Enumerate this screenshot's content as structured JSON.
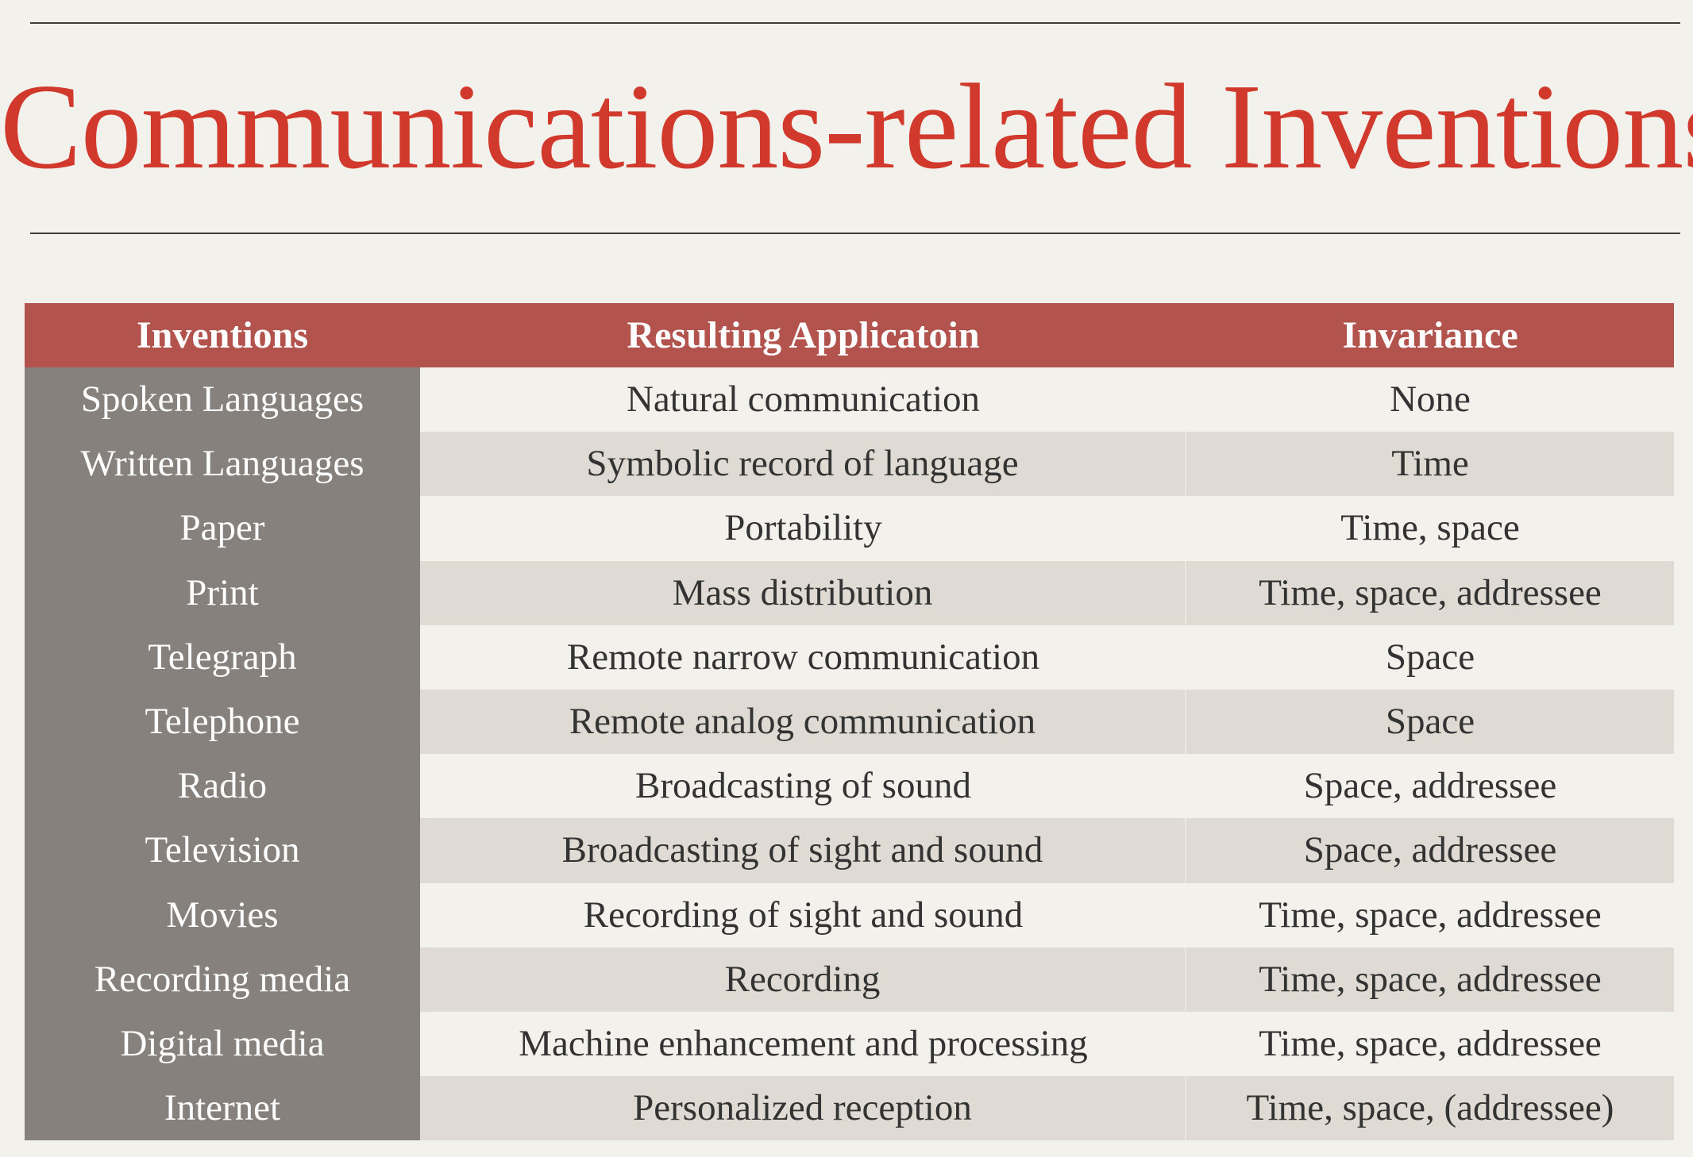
{
  "title": "Communications-related Inventions",
  "colors": {
    "title": "#d0392b",
    "header_bg": "#b3534d",
    "first_col_bg": "#86817c",
    "row_alt_bg": "#dfdbd4",
    "background": "#f3f1ec"
  },
  "table": {
    "headers": [
      "Inventions",
      "Resulting Applicatoin",
      "Invariance"
    ],
    "rows": [
      [
        "Spoken Languages",
        "Natural communication",
        "None"
      ],
      [
        "Written Languages",
        "Symbolic record of language",
        "Time"
      ],
      [
        "Paper",
        "Portability",
        "Time, space"
      ],
      [
        "Print",
        "Mass distribution",
        "Time, space, addressee"
      ],
      [
        "Telegraph",
        "Remote narrow communication",
        "Space"
      ],
      [
        "Telephone",
        "Remote analog communication",
        "Space"
      ],
      [
        "Radio",
        "Broadcasting of sound",
        "Space, addressee"
      ],
      [
        "Television",
        "Broadcasting of sight and sound",
        "Space, addressee"
      ],
      [
        "Movies",
        "Recording of sight and sound",
        "Time, space, addressee"
      ],
      [
        "Recording media",
        "Recording",
        "Time, space, addressee"
      ],
      [
        "Digital media",
        "Machine enhancement and processing",
        "Time, space, addressee"
      ],
      [
        "Internet",
        "Personalized reception",
        "Time, space, (addressee)"
      ]
    ]
  }
}
